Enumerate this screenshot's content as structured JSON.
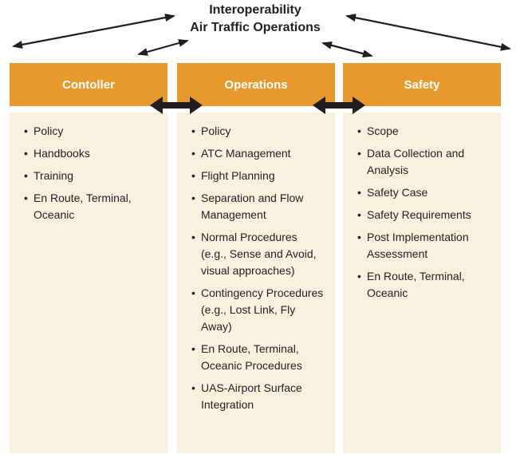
{
  "title": {
    "line1": "Interoperability",
    "line2": "Air Traffic Operations"
  },
  "columns": [
    {
      "id": "controller",
      "header": "Contoller",
      "items": [
        "Policy",
        "Handbooks",
        "Training",
        "En Route, Terminal,\nOceanic"
      ]
    },
    {
      "id": "operations",
      "header": "Operations",
      "items": [
        "Policy",
        "ATC Management",
        "Flight Planning",
        "Separation and Flow\nManagement",
        "Normal Procedures\n(e.g., Sense and Avoid,\nvisual approaches)",
        "Contingency Procedures\n(e.g., Lost Link, Fly\nAway)",
        "En Route, Terminal,\nOceanic Procedures",
        "UAS-Airport Surface\nIntegration"
      ]
    },
    {
      "id": "safety",
      "header": "Safety",
      "items": [
        "Scope",
        "Data Collection and\nAnalysis",
        "Safety Case",
        "Safety Requirements",
        "Post Implementation\nAssessment",
        "En Route, Terminal,\nOceanic"
      ]
    }
  ],
  "arrows": {
    "top_left_long": "double-arrow-title-to-controller",
    "top_left_short": "double-arrow-title-to-operations-left",
    "top_right_long": "double-arrow-title-to-safety",
    "top_right_short": "double-arrow-title-to-operations-right",
    "between_1": "double-arrow-controller-operations",
    "between_2": "double-arrow-operations-safety"
  },
  "colors": {
    "header_bg": "#E8992E",
    "body_bg": "#FAF0DF",
    "ink": "#231F20",
    "header_text": "#FFFFFF"
  }
}
